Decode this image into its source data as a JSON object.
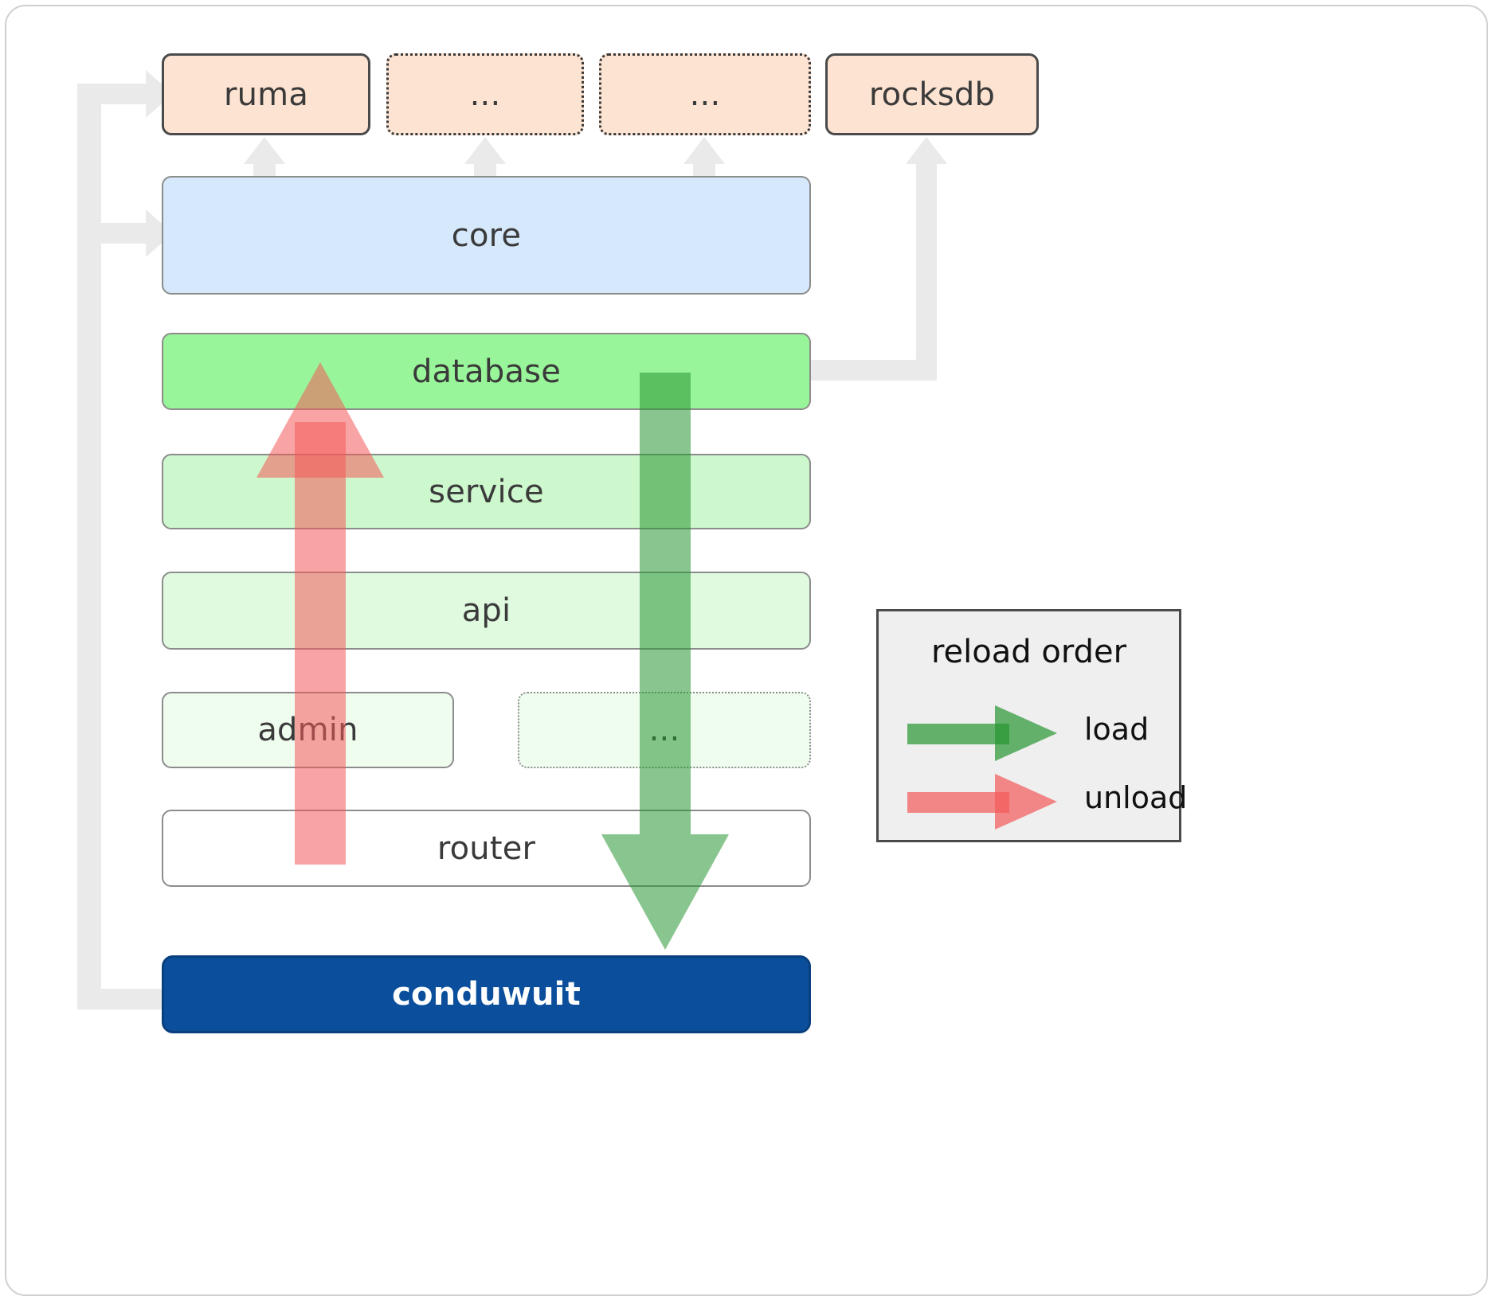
{
  "diagram": {
    "title": "conduwuit module / reload order architecture",
    "nodes": {
      "ruma": "ruma",
      "ellipsis1": "...",
      "ellipsis2": "...",
      "rocksdb": "rocksdb",
      "core": "core",
      "database": "database",
      "service": "service",
      "api": "api",
      "admin": "admin",
      "ellipsis3": "...",
      "router": "router",
      "conduwuit": "conduwuit"
    },
    "legend": {
      "title": "reload order",
      "items": [
        {
          "label": "load",
          "color": "#289632",
          "direction": "down"
        },
        {
          "label": "unload",
          "color": "#f45a5a",
          "direction": "up"
        }
      ]
    },
    "colors": {
      "peach": "#fde3d2",
      "blue": "#d6e8fb",
      "green_1": "#99f599",
      "green_2": "#cdf7cd",
      "green_3": "#e0fae0",
      "green_4": "#effdef",
      "navy": "#0b4f9c",
      "connector_gray": "#eaeaea",
      "legend_bg": "#efefef",
      "frame_border": "#cfcfcf"
    }
  }
}
